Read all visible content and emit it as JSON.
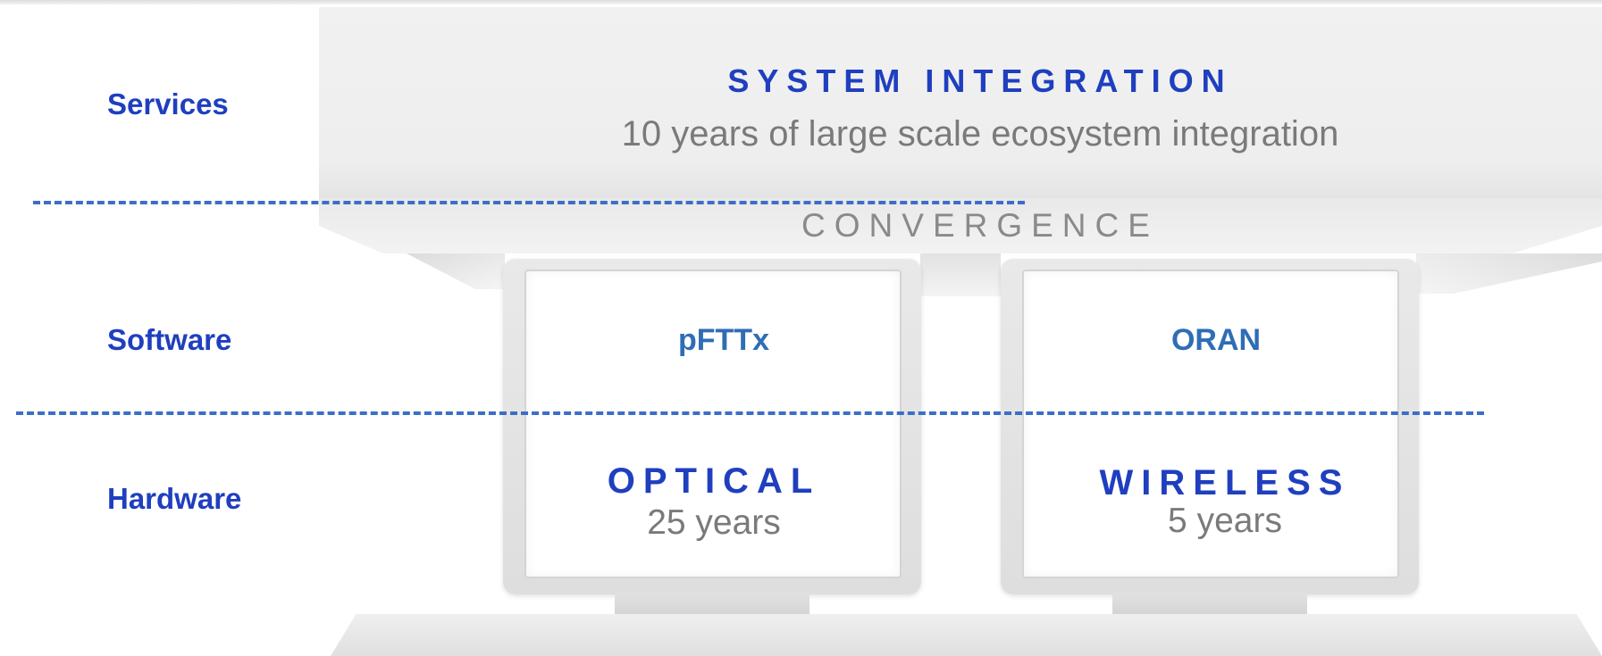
{
  "layers": {
    "services": "Services",
    "software": "Software",
    "hardware": "Hardware"
  },
  "banner": {
    "title": "SYSTEM INTEGRATION",
    "subtitle": "10 years of large scale ecosystem integration",
    "convergence": "CONVERGENCE"
  },
  "modules": {
    "left": {
      "software": "pFTTx",
      "hardware": "OPTICAL",
      "years": "25 years"
    },
    "right": {
      "software": "ORAN",
      "hardware": "WIRELESS",
      "years": "5 years"
    }
  },
  "colors": {
    "label_blue": "#1f3fbf",
    "software_blue": "#2f6db5",
    "divider_blue": "#3b6ec9",
    "muted_gray": "#7a7a7a"
  }
}
